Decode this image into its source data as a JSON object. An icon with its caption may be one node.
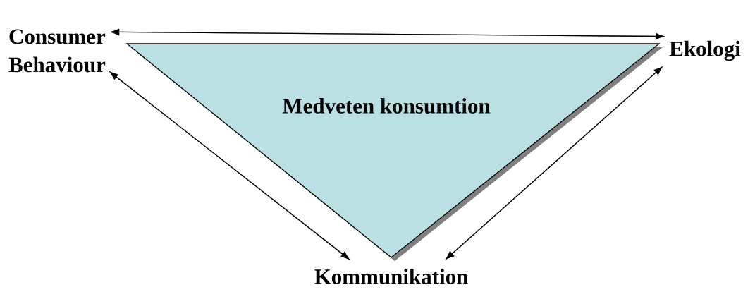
{
  "diagram": {
    "nodes": [
      {
        "text": [
          "Medveten konsumtion"
        ]
      },
      {
        "text": [
          "Consumer Behaviour"
        ]
      },
      {
        "text": [
          "Ekologi"
        ]
      },
      {
        "text": [
          "Kommunikation"
        ]
      }
    ],
    "edges": [
      {
        "from": 1,
        "to": 2,
        "arrow": "both"
      },
      {
        "from": 1,
        "to": 3,
        "arrow": "both"
      },
      {
        "from": 2,
        "to": 3,
        "arrow": "both"
      }
    ]
  }
}
